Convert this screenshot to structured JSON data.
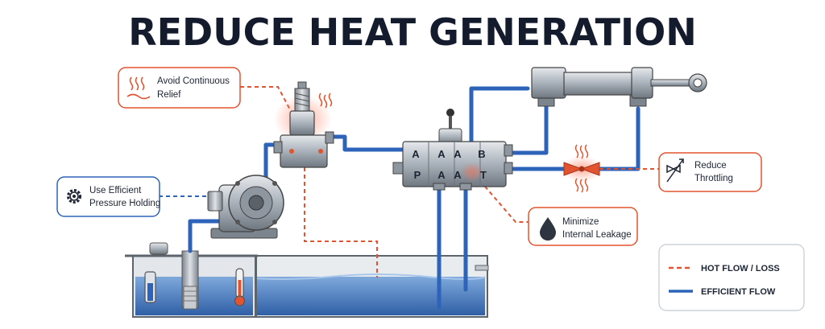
{
  "title": "REDUCE HEAT GENERATION",
  "callouts": {
    "relief": {
      "lines": [
        "Avoid Continuous",
        "Relief"
      ],
      "icon": "heat-waves-icon",
      "accent": "#e2542f"
    },
    "pressure": {
      "lines": [
        "Use Efficient",
        "Pressure Holding"
      ],
      "icon": "gear-icon",
      "accent": "#2d63b8"
    },
    "throttling": {
      "lines": [
        "Reduce",
        "Throttling"
      ],
      "icon": "throttle-icon",
      "accent": "#e2542f"
    },
    "leakage": {
      "lines": [
        "Minimize",
        "Internal Leakage"
      ],
      "icon": "droplet-icon",
      "accent": "#e2542f"
    }
  },
  "valve_ports": [
    "A",
    "A",
    "A",
    "B",
    "P",
    "A",
    "A",
    "T"
  ],
  "legend": {
    "items": [
      {
        "label": "HOT FLOW / LOSS",
        "style": "dashed",
        "color": "#e2542f"
      },
      {
        "label": "EFFICIENT FLOW",
        "style": "solid",
        "color": "#2d63b8"
      }
    ]
  },
  "colors": {
    "hot": "#e2542f",
    "efficient": "#2d63b8",
    "title": "#141b2d",
    "metal": "#a9b1ba"
  }
}
